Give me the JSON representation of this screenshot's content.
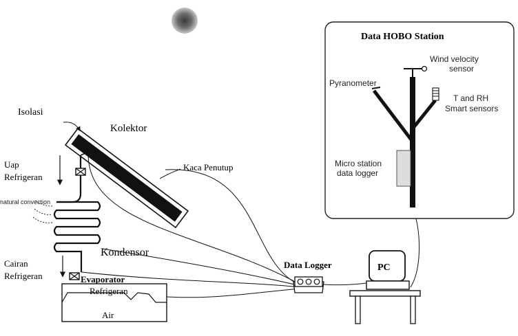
{
  "labels": {
    "isolasi": "Isolasi",
    "kolektor": "Kolektor",
    "kaca_penutup": "Kaca Penutup",
    "uap_line1": "Uap",
    "uap_line2": "Refrigeran",
    "natural_convection": "natural convection",
    "kondensor": "Kondensor",
    "cairan_line1": "Cairan",
    "cairan_line2": "Refrigeran",
    "evaporator": "Evaporator",
    "refrigeran": "Refrigeran",
    "air": "Air",
    "data_logger": "Data Logger",
    "pc": "PC"
  },
  "hobo": {
    "title": "Data HOBO Station",
    "wind_line1": "Wind velocity",
    "wind_line2": "sensor",
    "pyranometer": "Pyranometer",
    "trh_line1": "T and RH",
    "trh_line2": "Smart sensors",
    "logger_line1": "Micro station",
    "logger_line2": "data logger"
  },
  "colors": {
    "line": "#111111",
    "collector_fill": "#111111",
    "sun_core": "#3a3a3a",
    "sun_edge": "#c8c8c8",
    "logger_box": "#dddddd"
  }
}
